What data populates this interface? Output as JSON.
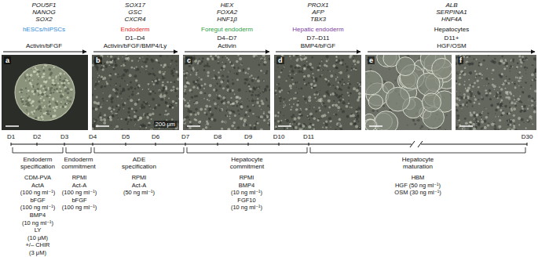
{
  "diagram": {
    "nodes": [
      {
        "text": [
          "a"
        ]
      },
      {
        "text": [
          "b",
          "200 μm"
        ]
      },
      {
        "text": [
          "c"
        ]
      },
      {
        "text": [
          "d"
        ]
      },
      {
        "text": [
          "e"
        ]
      },
      {
        "text": [
          "f"
        ]
      }
    ],
    "labels": [
      "POU5F1",
      "NANOG",
      "SOX2",
      "SOX17",
      "GSC",
      "CXCR4",
      "HEX",
      "FOXA2",
      "HNF1β",
      "PROX1",
      "AFP",
      "TBX3",
      "ALB",
      "SERPINA1",
      "HNF4A",
      "hESCs/hIPSCs",
      "Endoderm",
      "Foregut endoderm",
      "Hepatic endoderm",
      "Hepatocytes",
      "Activin/bFGF",
      "D1–D4",
      "Activin/bFGF/BMP4/Ly",
      "D4–D7",
      "Activin",
      "D7–D11",
      "BMP4/bFGF",
      "D11+",
      "HGF/OSM",
      "D1",
      "D2",
      "D3",
      "D4",
      "D5",
      "D6",
      "D7",
      "D8",
      "D9",
      "D10",
      "D11",
      "D30",
      "Endoderm specification",
      "Endoderm commitment",
      "ADE specification",
      "Hepatocyte commitment",
      "Hepatocyte maturation",
      "CDM-PVA",
      "ActA",
      "(100 ng ml⁻¹)",
      "bFGF",
      "(100 ng ml⁻¹)",
      "BMP4",
      "(10 ng ml⁻¹)",
      "LY",
      "(10 μM)",
      "+/– CHIR",
      "(3 μM)",
      "RPMI",
      "Act-A",
      "(100 ng ml⁻¹)",
      "bFGF",
      "(100 ng ml⁻¹)",
      "RPMI",
      "Act-A",
      "(50 ng ml⁻¹)",
      "RPMI",
      "BMP4",
      "(10 ng ml⁻¹)",
      "FGF10",
      "(10 ng ml⁻¹)",
      "HBM",
      "HGF (50 ng ml⁻¹)",
      "OSM (30 ng ml⁻¹)"
    ]
  }
}
